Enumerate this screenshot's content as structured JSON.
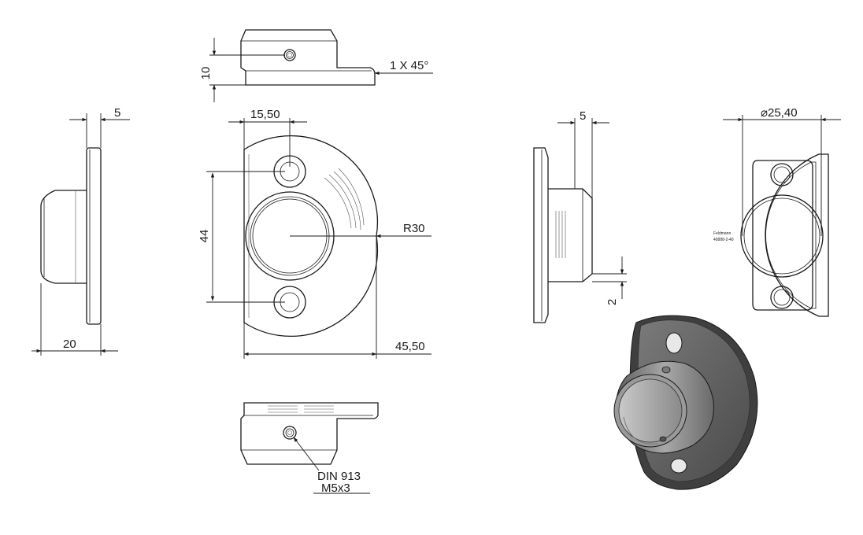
{
  "dimensions": {
    "top_view_height": "10",
    "chamfer": "1 X 45°",
    "side_flange_thickness": "5",
    "side_total_depth": "20",
    "hole_offset": "15,50",
    "hole_spacing": "44",
    "radius": "R30",
    "width": "45,50",
    "right_flange_thickness": "5",
    "right_step": "2",
    "tube_diameter": "⌀25,40"
  },
  "callout": {
    "screw_standard": "DIN 913",
    "screw_size": "M5x3"
  },
  "engraving": {
    "line1": "Feldmann",
    "line2": "40888-2-40"
  },
  "colors": {
    "line": "#1a1a1a",
    "render_body": "#6b6b6b",
    "render_light": "#b5b5b5"
  }
}
